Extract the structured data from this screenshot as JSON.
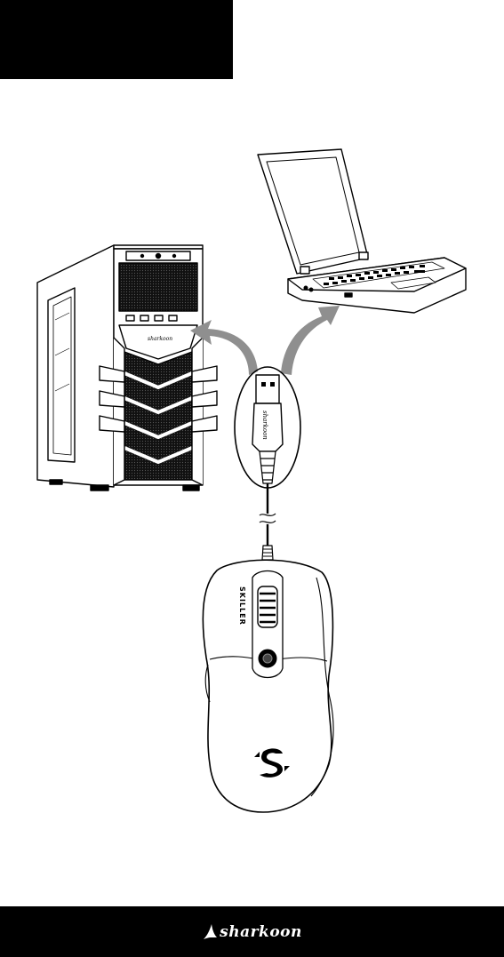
{
  "page": {
    "background": "#ffffff",
    "ink": "#000000",
    "accent_gray": "#8f8f8f"
  },
  "top_block": {
    "color": "#000000"
  },
  "illustration": {
    "pc_case_brand": "sharkoon",
    "connector_brand": "sharkoon",
    "mouse_label": "SKILLER",
    "icons": [
      "pc-tower-icon",
      "laptop-icon",
      "usb-plug-icon",
      "mouse-icon",
      "arrow-icon"
    ]
  },
  "footer": {
    "brand": "sharkoon",
    "background": "#000000",
    "text_color": "#ffffff"
  }
}
